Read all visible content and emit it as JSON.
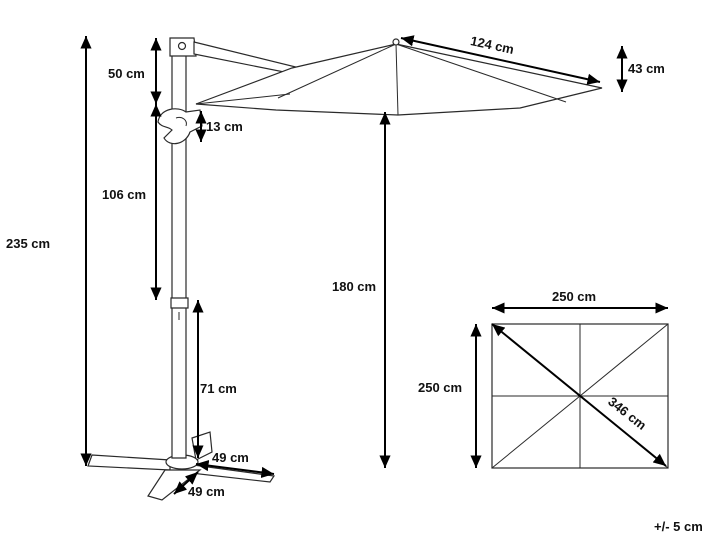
{
  "diagram": {
    "total_height": "235 cm",
    "arm_offset": "50 cm",
    "crank_gap": "13 cm",
    "upper_pole": "106 cm",
    "lower_pole": "71 cm",
    "canopy_rib": "124 cm",
    "canopy_rise": "43 cm",
    "clearance": "180 cm",
    "base_leg_a": "49 cm",
    "base_leg_b": "49 cm",
    "top_view_width": "250 cm",
    "top_view_depth": "250 cm",
    "top_view_diagonal": "346 cm",
    "tolerance": "+/- 5 cm"
  },
  "colors": {
    "line": "#2a2a2a",
    "arrow": "#000000",
    "text": "#111111"
  }
}
